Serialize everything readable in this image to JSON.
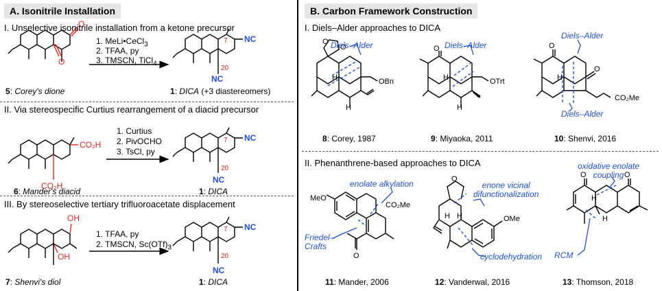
{
  "panel_a": {
    "title": "A. Isonitrile Installation",
    "sec1": "I. Unselective isonitrile installation from a ketone precursor",
    "sec1_reagents": [
      "1. MeLi•CeCl",
      "2. TFAA, py",
      "3. TMSCN, TiCl"
    ],
    "sec1_sub3": "3",
    "sec1_sub4": "4",
    "cmpd5_num": "5",
    "cmpd5_name": "Corey's dione",
    "prod1a_num": "1",
    "prod1a_name": "DICA",
    "prod1a_extra": "(+3 diastereomers)",
    "sec2": "II. Via stereospecific Curtius rearrangement of a diacid precursor",
    "sec2_reagents": [
      "1. Curtius",
      "2. PivOCHO",
      "3. TsCl, py"
    ],
    "cmpd6_num": "6",
    "cmpd6_name": "Mander's diacid",
    "prod1b_num": "1",
    "prod1b_name": "DICA",
    "sec3": "III. By stereoselective tertiary trifluoroacetate displacement",
    "sec3_reagents": [
      "1. TFAA, py",
      "2. TMSCN, Sc(OTf)"
    ],
    "sec3_sub": "3",
    "cmpd7_num": "7",
    "cmpd7_name": "Shenvi's diol",
    "prod1c_num": "1",
    "prod1c_name": "DICA"
  },
  "panel_b": {
    "title": "B. Carbon Framework Construction",
    "sec1": "I. Diels–Alder approaches to DICA",
    "cap8_num": "8",
    "cap8_text": "Corey, 1987",
    "cap9_num": "9",
    "cap9_text": "Miyaoka, 2011",
    "cap10_num": "10",
    "cap10_text": "Shenvi, 2016",
    "sec2": "II. Phenanthrene-based approaches to DICA",
    "cap11_num": "11",
    "cap11_text": "Mander, 2006",
    "cap12_num": "12",
    "cap12_text": "Vanderwal, 2016",
    "cap13_num": "13",
    "cap13_text": "Thomson, 2018"
  },
  "annotations": {
    "da8": "Diels–Alder",
    "da9": "Diels–Alder",
    "da10a": "Diels–Alder",
    "da10b": "Diels–Alder",
    "enolate_alkylation": "enolate alkylation",
    "friedel": "Friedel–",
    "crafts": "Crafts",
    "enone1": "enone vicinal",
    "enone2": "difunctionalization",
    "cyclodehydration": "cyclodehydration",
    "oxidative1": "oxidative enolate",
    "oxidative2": "coupling",
    "rcm": "RCM"
  },
  "atom_labels": {
    "nc": "NC",
    "co2h": "CO₂H",
    "oh": "OH",
    "h": "H",
    "o": "O",
    "obn": "OBn",
    "otrt": "OTrt",
    "co2me": "CO₂Me",
    "meo": "MeO",
    "ome": "OMe",
    "c7": "7",
    "c20": "20"
  },
  "colors": {
    "annotation": "#1f4fe0",
    "heteroatom": "#e8261c",
    "isonitrile": "#1f4fe0",
    "header_bg": "#e6e6e6"
  }
}
